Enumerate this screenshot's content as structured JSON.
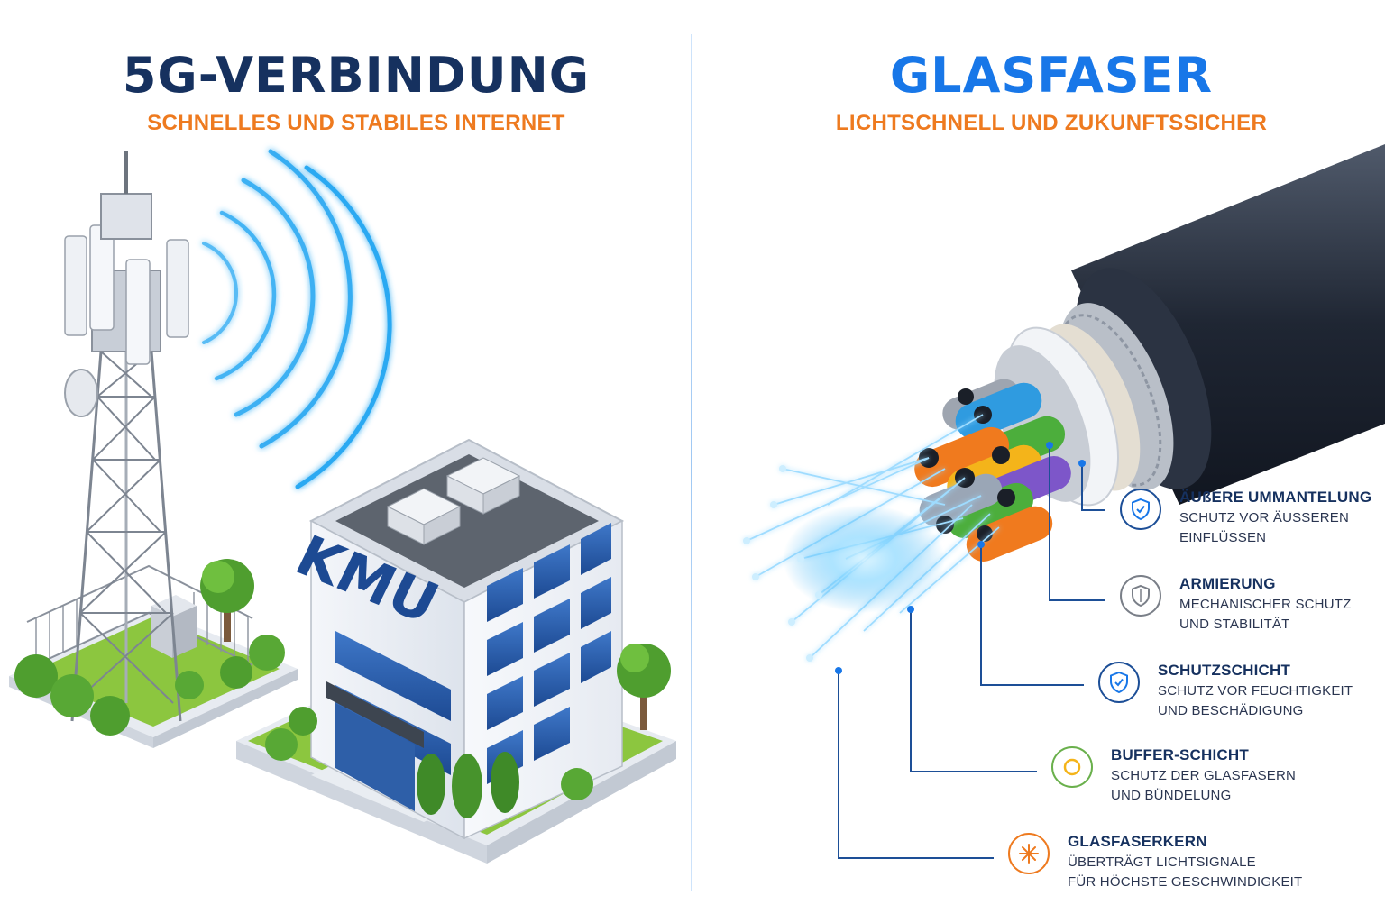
{
  "left": {
    "title": "5G-VERBINDUNG",
    "subtitle": "SCHNELLES UND STABILES INTERNET",
    "building_label": "KMU"
  },
  "right": {
    "title": "GLASFASER",
    "subtitle": "LICHTSCHNELL UND ZUKUNFTSSICHER",
    "layers": [
      {
        "name": "ÄUßERE UMMANTELUNG",
        "line1": "SCHUTZ VOR ÄUSSEREN",
        "line2": "EINFLÜSSEN",
        "icon": "shield-check-icon",
        "color": "#1d4f97"
      },
      {
        "name": "ARMIERUNG",
        "line1": "MECHANISCHER SCHUTZ",
        "line2": "UND STABILITÄT",
        "icon": "shield-icon",
        "color": "#7a7f88"
      },
      {
        "name": "SCHUTZSCHICHT",
        "line1": "SCHUTZ VOR FEUCHTIGKEIT",
        "line2": "UND BESCHÄDIGUNG",
        "icon": "shield-check-icon",
        "color": "#1d4f97"
      },
      {
        "name": "BUFFER-SCHICHT",
        "line1": "SCHUTZ DER GLASFASERN",
        "line2": "UND BÜNDELUNG",
        "icon": "ring-icon",
        "color": "#6ab04c"
      },
      {
        "name": "GLASFASERKERN",
        "line1": "ÜBERTRÄGT LICHTSIGNALE",
        "line2": "FÜR HÖCHSTE GESCHWINDIGKEIT",
        "icon": "light-burst-icon",
        "color": "#ee7a1f"
      }
    ]
  },
  "colors": {
    "title_dark": "#16315f",
    "title_blue": "#1877e8",
    "accent_orange": "#ee7a1f",
    "signal_blue": "#2aa9f2"
  }
}
